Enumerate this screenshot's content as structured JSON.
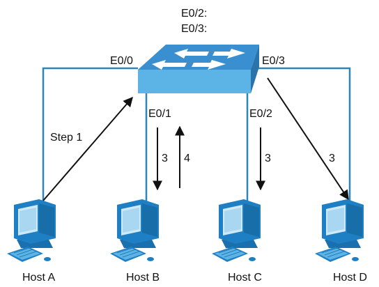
{
  "mac_table": {
    "entry_e0_2": "E0/2:",
    "entry_e0_3": "E0/3:"
  },
  "switch": {
    "port_e0_0": "E0/0",
    "port_e0_1": "E0/1",
    "port_e0_2": "E0/2",
    "port_e0_3": "E0/3"
  },
  "steps": {
    "step1": "Step 1",
    "to_host_b": "3",
    "from_host_b": "4",
    "to_host_c": "3",
    "to_host_d": "3"
  },
  "hosts": [
    {
      "label": "Host A"
    },
    {
      "label": "Host B"
    },
    {
      "label": "Host C"
    },
    {
      "label": "Host D"
    }
  ],
  "colors": {
    "link": "#2e86b8",
    "switch_top": "#3a8fd0",
    "switch_front": "#5bb3e6",
    "computer": "#1f7fc4",
    "arrow": "#111111"
  }
}
